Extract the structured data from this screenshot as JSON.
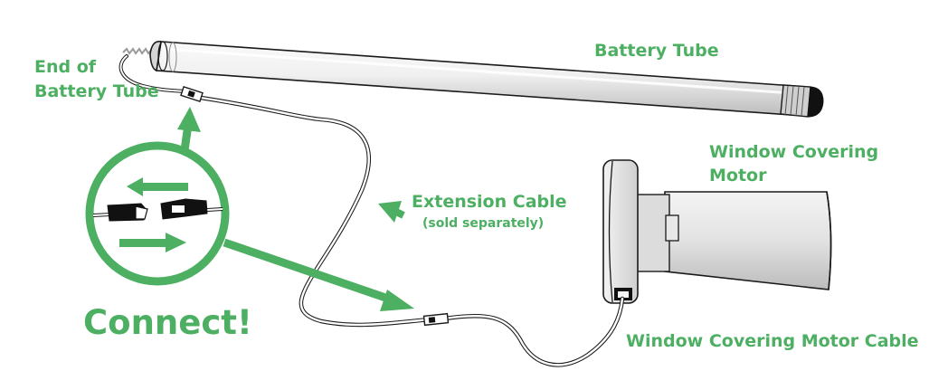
{
  "labels": {
    "battery_tube": "Battery Tube",
    "end_of_tube_line1": "End of",
    "end_of_tube_line2": "Battery Tube",
    "motor_line1": "Window Covering",
    "motor_line2": "Motor",
    "extension_cable": "Extension Cable",
    "sold_separately": "(sold separately)",
    "connect": "Connect!",
    "motor_cable": "Window Covering Motor Cable"
  },
  "colors": {
    "accent_green": "#4caf62",
    "outline": "#1a1a1a",
    "cable_white": "#ffffff",
    "tube_gray": "#e6e6e6",
    "connector_black": "#111111"
  },
  "icons": {
    "left_arrow": "arrow-left-icon",
    "right_arrow": "arrow-right-icon",
    "pointer_arrows": "arrow-icon"
  }
}
